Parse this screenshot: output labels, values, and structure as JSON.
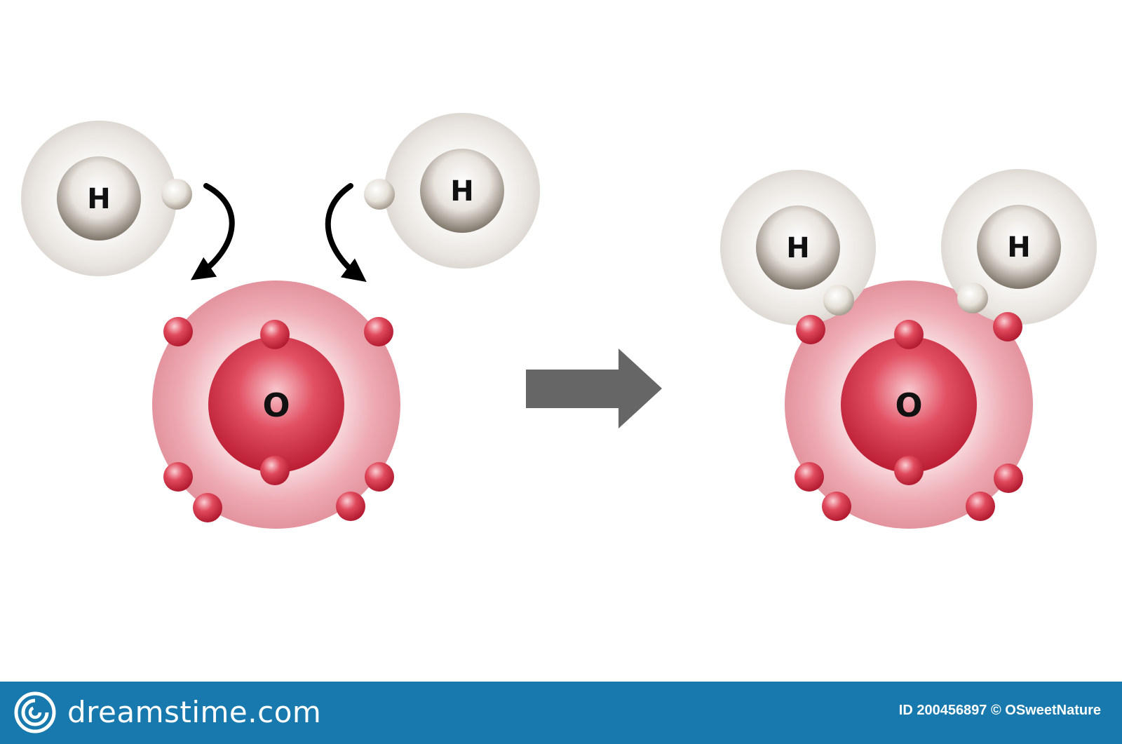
{
  "diagram": {
    "reactants": {
      "hydrogen_left": {
        "symbol": "H"
      },
      "hydrogen_right": {
        "symbol": "H"
      },
      "oxygen": {
        "symbol": "O"
      }
    },
    "product": {
      "hydrogen_left": {
        "symbol": "H"
      },
      "hydrogen_right": {
        "symbol": "H"
      },
      "oxygen": {
        "symbol": "O"
      }
    }
  },
  "footer": {
    "brand": "dreamstime.com",
    "credit": "ID 200456897 © OSweetNature"
  },
  "colors": {
    "footer_bg": "#1779ad",
    "arrow": "#666666",
    "oxygen": "#c9253a",
    "hydrogen": "#8a8277"
  }
}
